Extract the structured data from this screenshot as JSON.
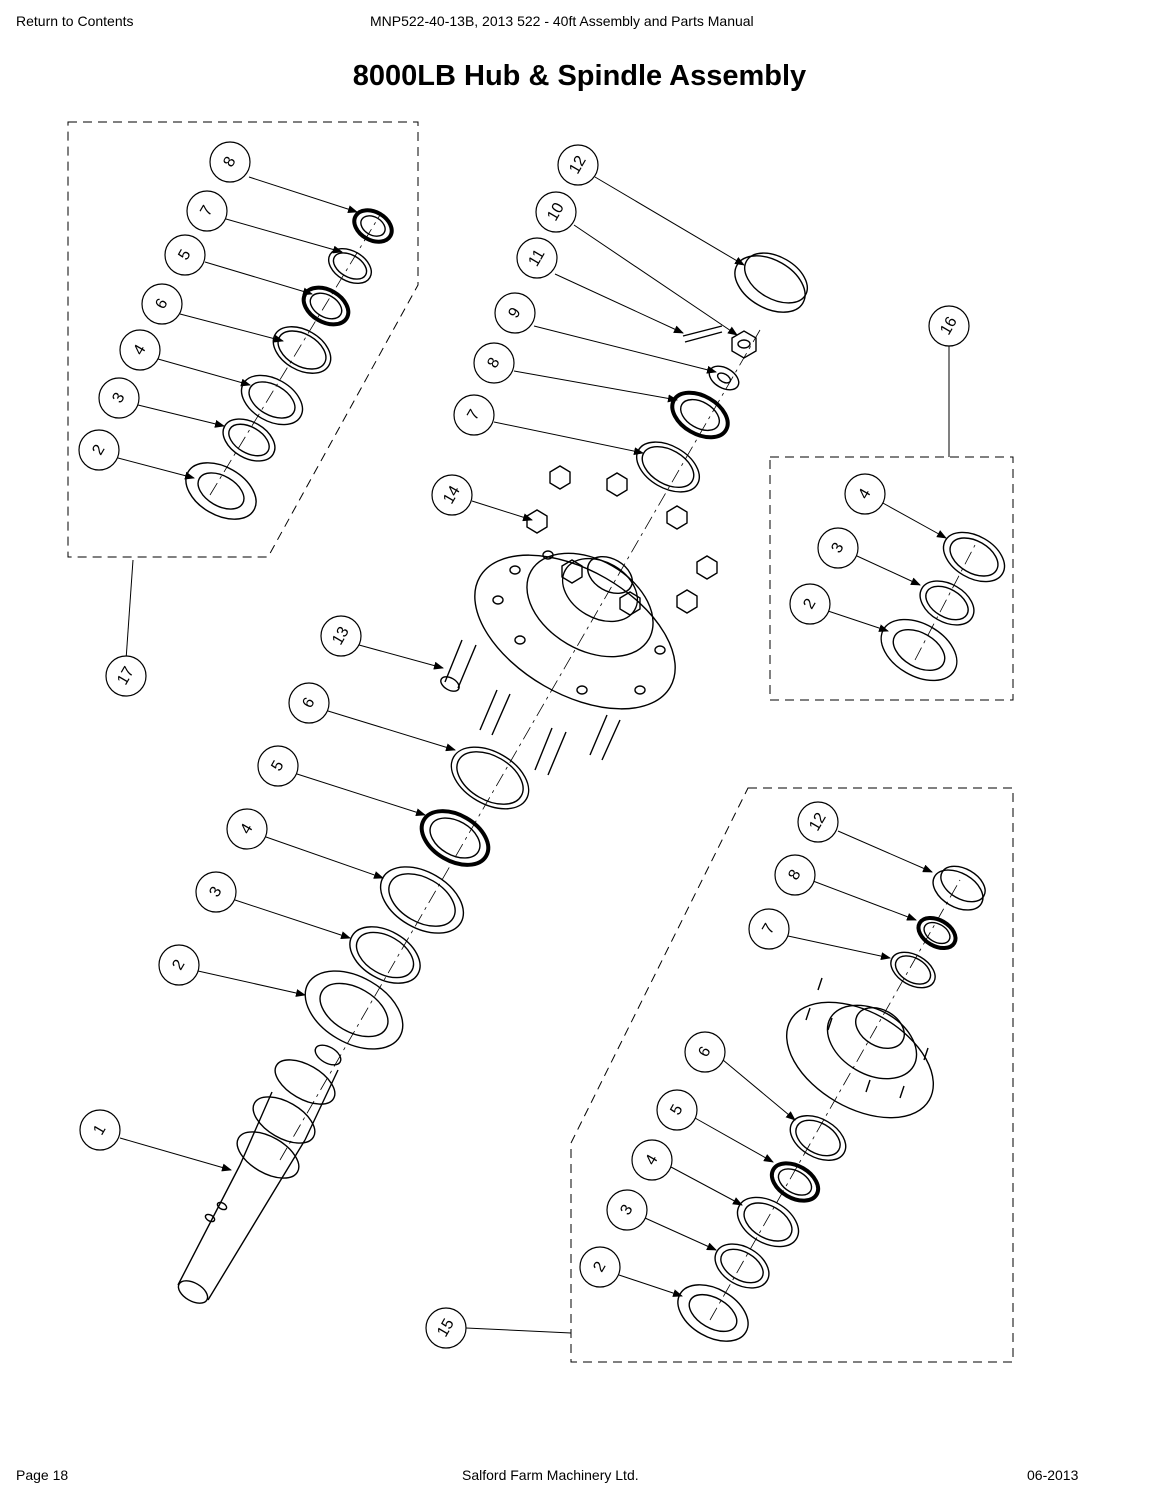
{
  "header": {
    "return_label": "Return to Contents",
    "doc_title": "MNP522-40-13B, 2013 522 - 40ft Assembly and Parts Manual"
  },
  "page_title": "8000LB Hub & Spindle Assembly",
  "footer": {
    "page": "Page 18",
    "company": "Salford Farm Machinery Ltd.",
    "date": "06-2013"
  },
  "callouts": {
    "c1": "1",
    "c2": "2",
    "c3": "3",
    "c4": "4",
    "c5": "5",
    "c6": "6",
    "c7": "7",
    "c8": "8",
    "c9": "9",
    "c10": "10",
    "c11": "11",
    "c12": "12",
    "c13": "13",
    "c14": "14",
    "c15": "15",
    "c16": "16",
    "c17": "17"
  }
}
